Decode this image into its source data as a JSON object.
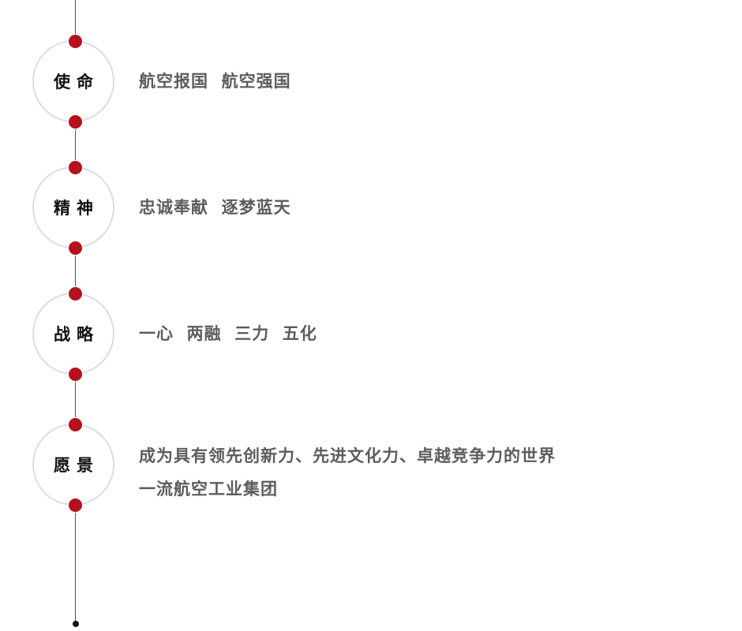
{
  "items": [
    {
      "label": "使命",
      "text": "航空报国  航空强国"
    },
    {
      "label": "精神",
      "text": "忠诚奉献  逐梦蓝天"
    },
    {
      "label": "战略",
      "text": "一心  两融  三力  五化"
    },
    {
      "label": "愿景",
      "text_lines": [
        "成为具有领先创新力、先进文化力、卓越竞争力的世界",
        "一流航空工业集团"
      ]
    }
  ],
  "colors": {
    "accent": "#b5101d",
    "ring": "#dddddd",
    "line": "#555555",
    "text": "#5c5c5c",
    "label": "#111111"
  }
}
